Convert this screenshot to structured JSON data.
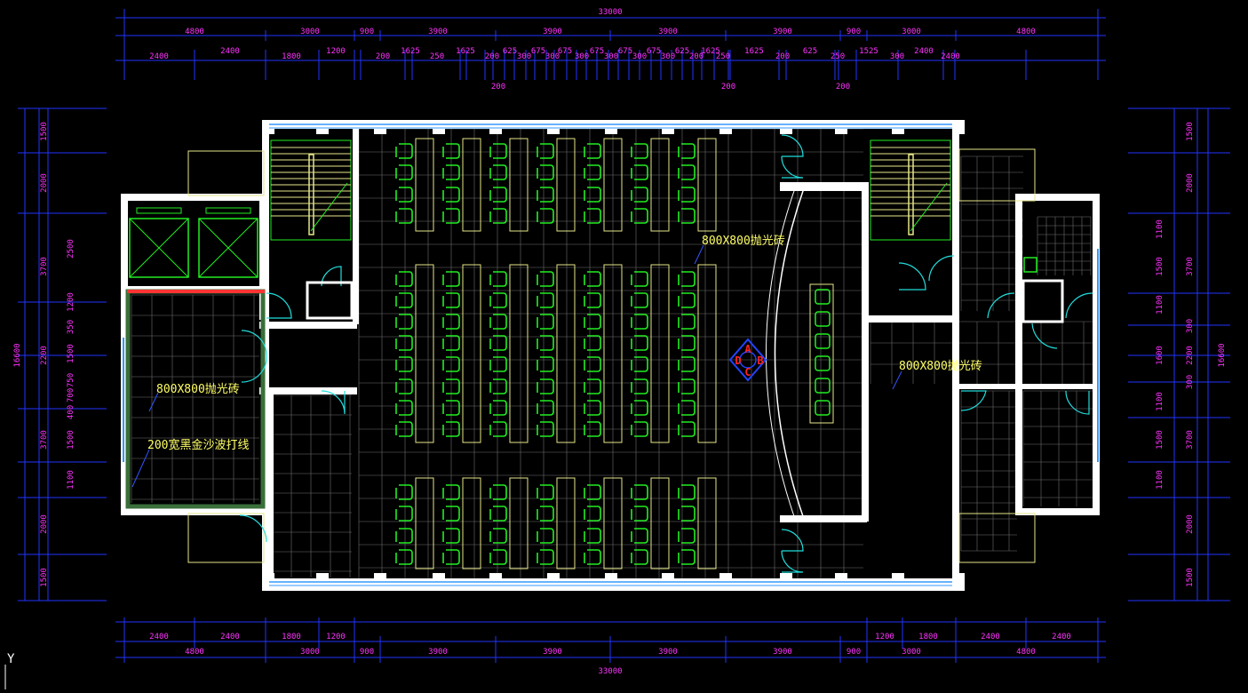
{
  "colors": {
    "background": "#000000",
    "dimension_line": "#2233ff",
    "dimension_text": "#ff33ff",
    "wall": "#ffffff",
    "grid": "#6f6f6f",
    "chair": "#22ee22",
    "desk": "#e6e68a",
    "label": "#ffff66",
    "window": "#3399ff",
    "door": "#22dddd",
    "marker_red": "#ff2222"
  },
  "dims": {
    "top_total": "33000",
    "top_row1": [
      "4800",
      "3000",
      "900",
      "3900",
      "3900",
      "3900",
      "3900",
      "900",
      "3000",
      "4800"
    ],
    "top_row2": [
      "2400",
      "2400",
      "1800",
      "1200",
      "200",
      "1625",
      "250",
      "1625",
      "200",
      "625",
      "300",
      "675",
      "300",
      "675",
      "300",
      "675",
      "300",
      "675",
      "300",
      "675",
      "300",
      "625",
      "200",
      "1625",
      "250",
      "1625",
      "200",
      "625",
      "250",
      "1525",
      "300",
      "2400",
      "2400"
    ],
    "top_row3": [
      "200",
      "200",
      "200"
    ],
    "bottom_row1": [
      "2400",
      "2400",
      "1800",
      "1200",
      "1200",
      "1800",
      "2400",
      "2400"
    ],
    "bottom_row2": [
      "4800",
      "3000",
      "900",
      "3900",
      "3900",
      "3900",
      "3900",
      "900",
      "3000",
      "4800"
    ],
    "bottom_total": "33000",
    "left_total": "16600",
    "left_outer": [
      "1500",
      "2000",
      "3700",
      "2200",
      "3700",
      "2000",
      "1500"
    ],
    "left_inner": [
      "2500",
      "1200",
      "350",
      "1500",
      "750",
      "700",
      "400",
      "1500",
      "1100"
    ],
    "right_total": "16600",
    "right_outer": [
      "1500",
      "2000",
      "3700",
      "300",
      "2200",
      "300",
      "3700",
      "2000",
      "1500"
    ],
    "right_inner": [
      "1100",
      "1500",
      "1100",
      "1600",
      "1100",
      "1500",
      "1100"
    ]
  },
  "labels": {
    "tile_center": "800X800抛光砖",
    "tile_right": "800X800抛光砖",
    "tile_left": "800X800抛光砖",
    "border_line": "200宽黑金沙波打线"
  },
  "marker": {
    "a": "A",
    "b": "B",
    "c": "C",
    "d": "D"
  },
  "ucs": "Y"
}
